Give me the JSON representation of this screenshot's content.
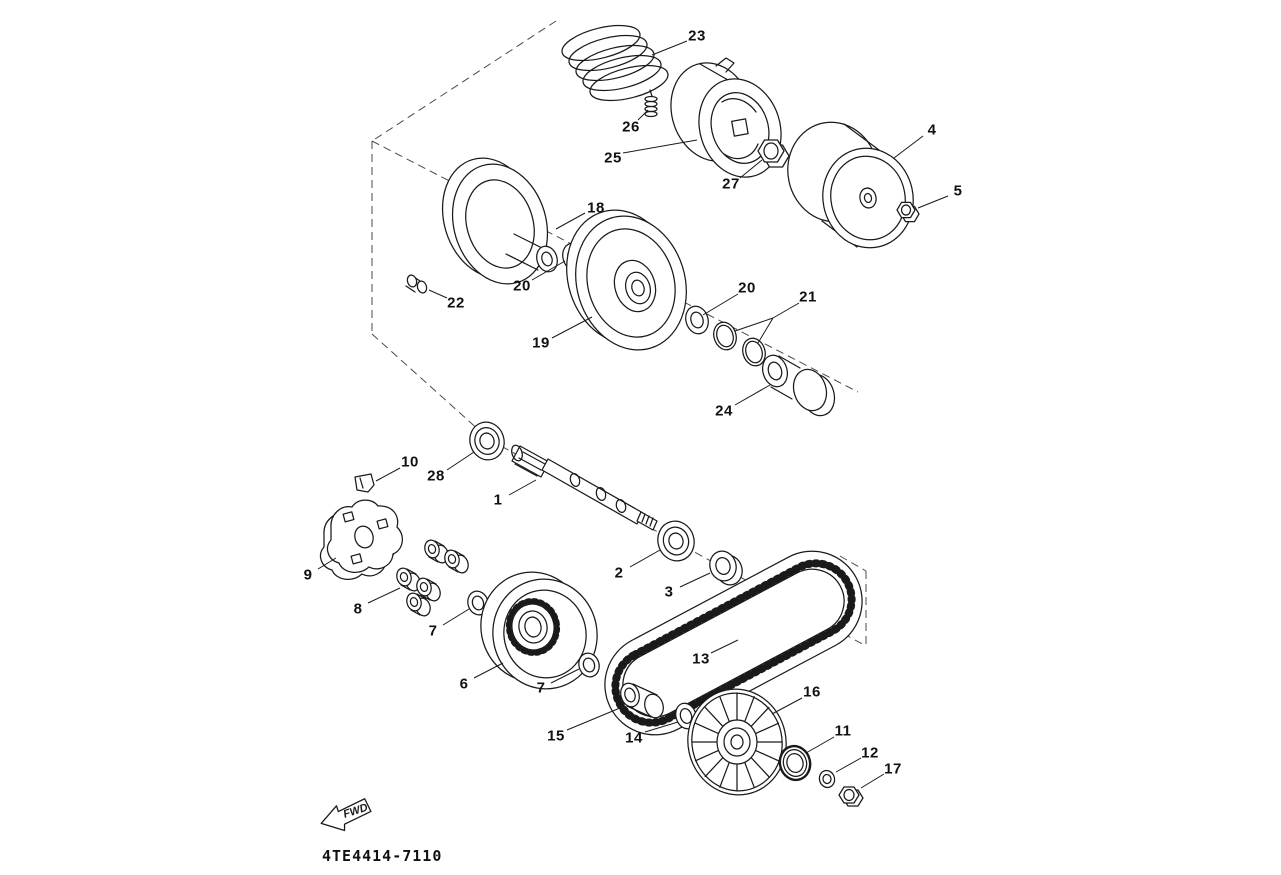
{
  "diagram": {
    "drawing_number": "4TE4414-7110",
    "fwd_label": "FWD",
    "line_color": "#1a1a1a",
    "background_color": "#ffffff"
  },
  "callouts": [
    {
      "label": "23"
    },
    {
      "label": "26"
    },
    {
      "label": "25"
    },
    {
      "label": "27"
    },
    {
      "label": "4"
    },
    {
      "label": "5"
    },
    {
      "label": "18"
    },
    {
      "label": "20"
    },
    {
      "label": "22"
    },
    {
      "label": "19"
    },
    {
      "label": "20"
    },
    {
      "label": "21"
    },
    {
      "label": "24"
    },
    {
      "label": "10"
    },
    {
      "label": "28"
    },
    {
      "label": "1"
    },
    {
      "label": "2"
    },
    {
      "label": "3"
    },
    {
      "label": "9"
    },
    {
      "label": "8"
    },
    {
      "label": "7"
    },
    {
      "label": "6"
    },
    {
      "label": "7"
    },
    {
      "label": "13"
    },
    {
      "label": "15"
    },
    {
      "label": "14"
    },
    {
      "label": "16"
    },
    {
      "label": "11"
    },
    {
      "label": "12"
    },
    {
      "label": "17"
    }
  ]
}
